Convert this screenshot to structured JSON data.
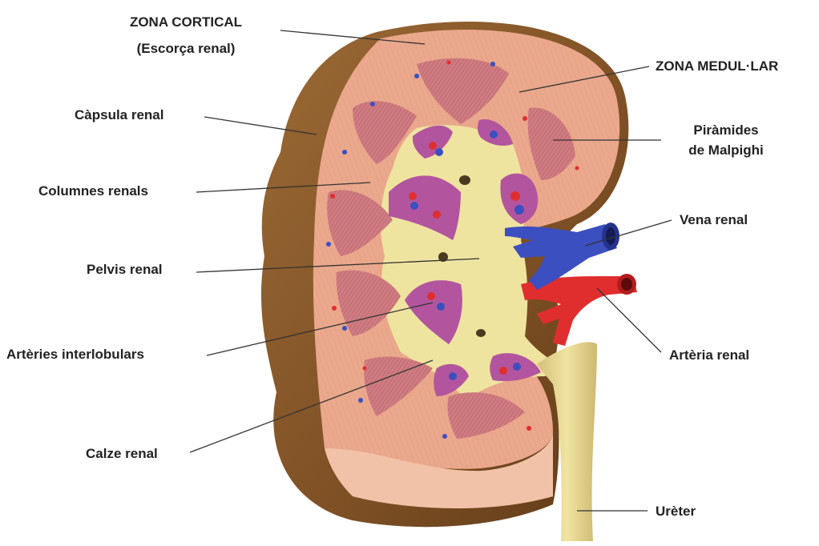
{
  "labels": {
    "zona_cortical": "ZONA CORTICAL",
    "escorca_renal": "(Escorça renal)",
    "zona_medullar": "ZONA MEDUL·LAR",
    "capsula_renal": "Càpsula renal",
    "piramides_1": "Piràmides",
    "piramides_2": "de Malpighi",
    "columnes_renals": "Columnes renals",
    "vena_renal": "Vena renal",
    "pelvis_renal": "Pelvis renal",
    "arteries_interlobulars": "Artèries interlobulars",
    "arteria_renal": "Artèria renal",
    "calze_renal": "Calze renal",
    "ureter": "Urèter"
  },
  "colors": {
    "capsule": "#8a5a2b",
    "cortex": "#e9a58a",
    "pyramid": "#c9707a",
    "pelvis": "#efe3a0",
    "calyx": "#b2559e",
    "vein": "#3c4fc0",
    "artery": "#e02e2e",
    "ureter": "#e6d78e",
    "leader": "#333333"
  }
}
